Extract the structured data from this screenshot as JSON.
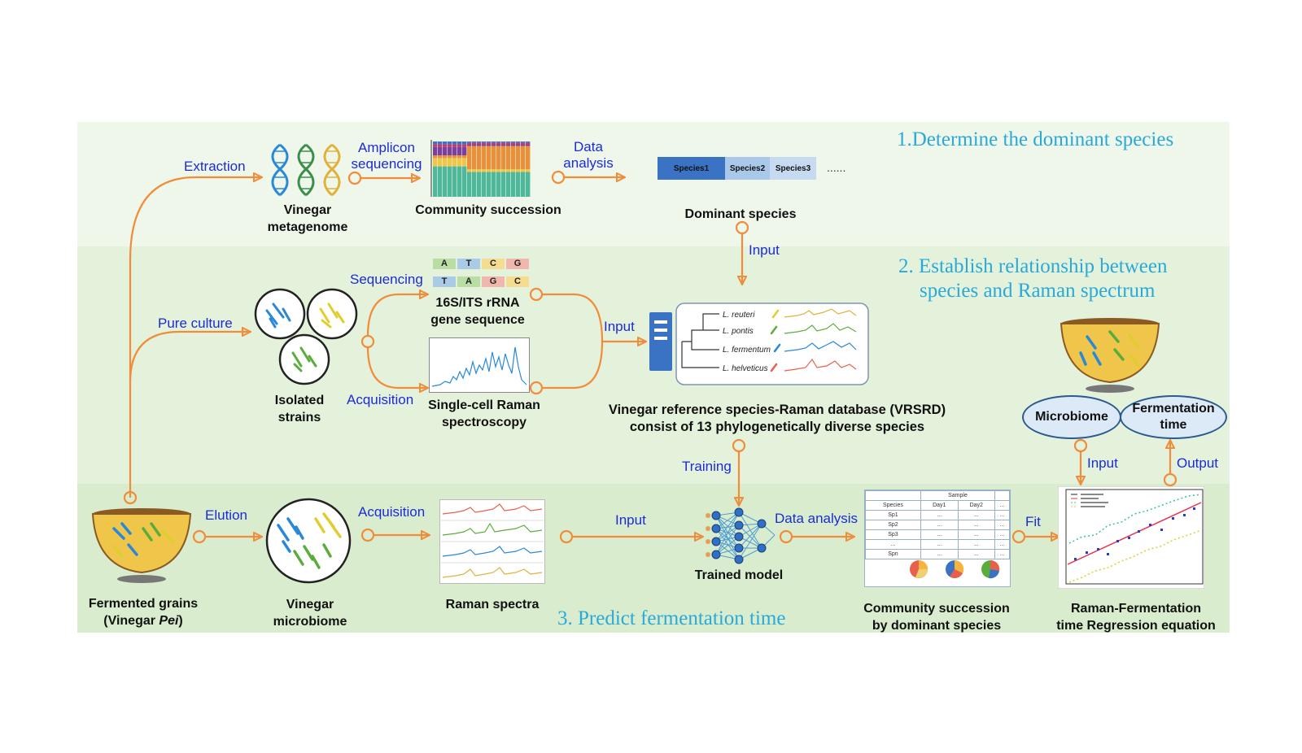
{
  "sections": {
    "s1_title": "1.Determine the dominant species",
    "s2_title_line1": "2. Establish  relationship between",
    "s2_title_line2": "species and Raman spectrum",
    "s3_title": "3. Predict fermentation time"
  },
  "nodes": {
    "metagenome_l1": "Vinegar",
    "metagenome_l2": "metagenome",
    "community": "Community succession",
    "dominant": "Dominant species",
    "gene_l1": "16S/ITS rRNA",
    "gene_l2": "gene sequence",
    "raman_sc_l1": "Single-cell Raman",
    "raman_sc_l2": "spectroscopy",
    "isolated_l1": "Isolated",
    "isolated_l2": "strains",
    "vrsrd_l1": "Vinegar reference species-Raman database (VRSRD)",
    "vrsrd_l2": "consist of 13 phylogenetically diverse species",
    "grains_l1": "Fermented grains",
    "grains_l2_a": "(Vinegar ",
    "grains_l2_b": "Pei",
    "grains_l2_c": ")",
    "microbiome_l1": "Vinegar",
    "microbiome_l2": "microbiome",
    "raman_spectra": "Raman spectra",
    "trained_model": "Trained model",
    "comm_dom_l1": "Community succession",
    "comm_dom_l2": "by dominant species",
    "regression_l1": "Raman-Fermentation",
    "regression_l2": "time Regression equation",
    "ellipse_microbiome": "Microbiome",
    "ellipse_ferm_l1": "Fermentation",
    "ellipse_ferm_l2": "time"
  },
  "edges": {
    "extraction": "Extraction",
    "amplicon_l1": "Amplicon",
    "amplicon_l2": "sequencing",
    "data_analysis_l1": "Data",
    "data_analysis_l2": "analysis",
    "input_top": "Input",
    "sequencing": "Sequencing",
    "pure_culture": "Pure culture",
    "acquisition_mid": "Acquisition",
    "input_mid": "Input",
    "training": "Training",
    "elution": "Elution",
    "acquisition_bot": "Acquisition",
    "input_bot": "Input",
    "data_analysis_bot": "Data analysis",
    "fit": "Fit",
    "input_right": "Input",
    "output_right": "Output"
  },
  "species_bar": {
    "items": [
      "Species1",
      "Species2",
      "Species3"
    ],
    "more": "......"
  },
  "nucleotides": {
    "row1": [
      "A",
      "T",
      "C",
      "G"
    ],
    "row2": [
      "T",
      "A",
      "G",
      "C"
    ]
  },
  "tree_species": [
    "L. reuteri",
    "L. pontis",
    "L. fermentum",
    "L. helveticus"
  ],
  "table": {
    "header_sample": "Sample",
    "col_species": "Species",
    "col_day1": "Day1",
    "col_day2": "Day2",
    "col_more": "...",
    "rows": [
      "Sp1",
      "Sp2",
      "Sp3",
      "...",
      "Spn"
    ],
    "cell": "..."
  },
  "colors": {
    "arrow": "#f08c3a",
    "label_blue": "#1b2bd6",
    "title_blue": "#2aa9d8",
    "species_dark": "#3a72c4",
    "species_light": "#a9c8ea"
  }
}
